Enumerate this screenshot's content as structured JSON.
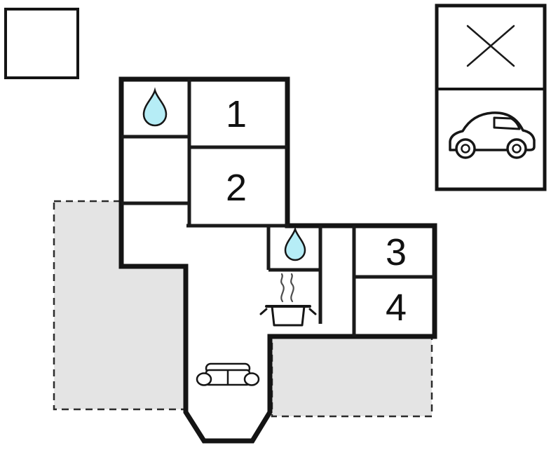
{
  "plan": {
    "rooms": {
      "r1": "1",
      "r2": "2",
      "r3": "3",
      "r4": "4"
    }
  },
  "icons": {
    "bathroom_upper": "water-drop-icon",
    "bathroom_lower": "water-drop-icon",
    "kitchen": "cooking-pot-steam-icon",
    "living_room": "sofa-icon",
    "carport": "car-icon",
    "marker": "cross-icon"
  },
  "colors": {
    "wall": "#141414",
    "interior_wall": "#1a1a1a",
    "plan_fill": "#ffffff",
    "terrace_fill": "#e4e4e4",
    "terrace_stroke": "#2b2b2b",
    "water": "#b6edf6",
    "icon_stroke": "#161616",
    "steam": "#4d4d4d",
    "label": "#111111",
    "background": "#ffffff"
  }
}
